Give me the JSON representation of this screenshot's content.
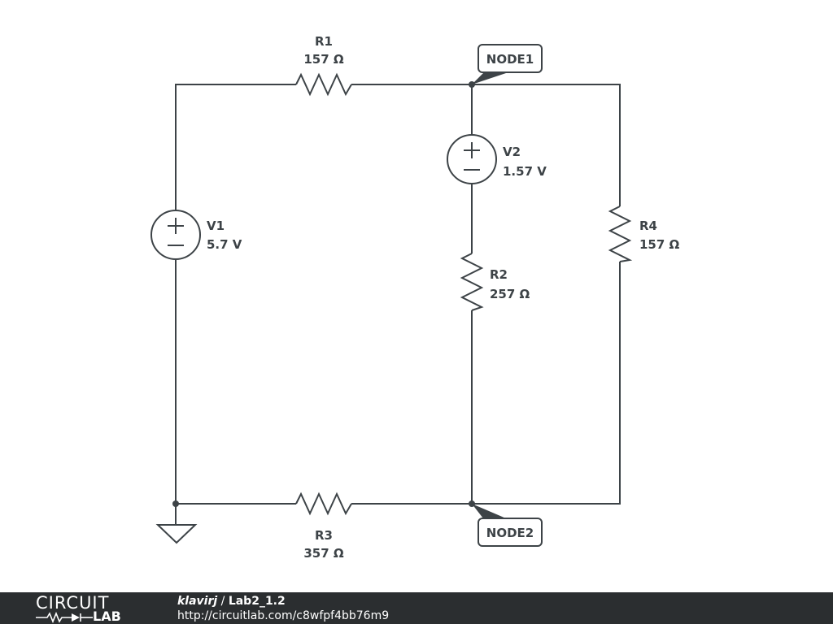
{
  "components": {
    "r1": {
      "ref": "R1",
      "value": "157 Ω"
    },
    "r2": {
      "ref": "R2",
      "value": "257 Ω"
    },
    "r3": {
      "ref": "R3",
      "value": "357 Ω"
    },
    "r4": {
      "ref": "R4",
      "value": "157 Ω"
    },
    "v1": {
      "ref": "V1",
      "value": "5.7 V"
    },
    "v2": {
      "ref": "V2",
      "value": "1.57 V"
    }
  },
  "nodes": {
    "node1": "NODE1",
    "node2": "NODE2"
  },
  "footer": {
    "brand_top": "CIRCUIT",
    "brand_bottom": "LAB",
    "user": "klavirj",
    "separator": " / ",
    "title": "Lab2_1.2",
    "url": "http://circuitlab.com/c8wfpf4bb76m9"
  },
  "colors": {
    "stroke": "#3d4347",
    "footer_bg": "#2b2e30"
  }
}
